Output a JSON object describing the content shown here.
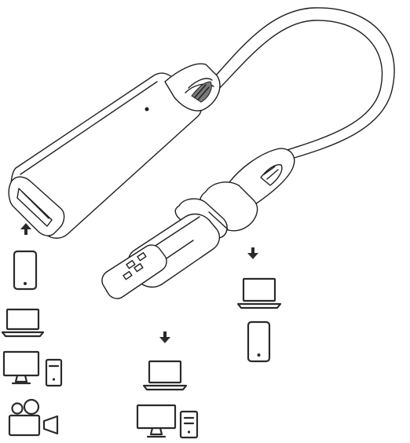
{
  "figure": {
    "background": "#ffffff",
    "line_color": "#1f1f1f",
    "accent_color": "#9a9a9a"
  },
  "arrows": [
    {
      "direction": "up",
      "icon": "up-arrow-icon"
    },
    {
      "direction": "down",
      "icon": "down-arrow-icon"
    },
    {
      "direction": "down",
      "icon": "down-arrow-icon"
    }
  ],
  "device_groups": {
    "left_hdmi_sources": [
      "smartphone-icon",
      "laptop-icon",
      "desktop-monitor-icon",
      "pc-tower-icon",
      "camcorder-icon"
    ],
    "usb_a_targets": [
      "laptop-icon",
      "desktop-monitor-icon",
      "pc-tower-icon"
    ],
    "usb_c_targets": [
      "laptop-icon",
      "smartphone-icon"
    ]
  }
}
